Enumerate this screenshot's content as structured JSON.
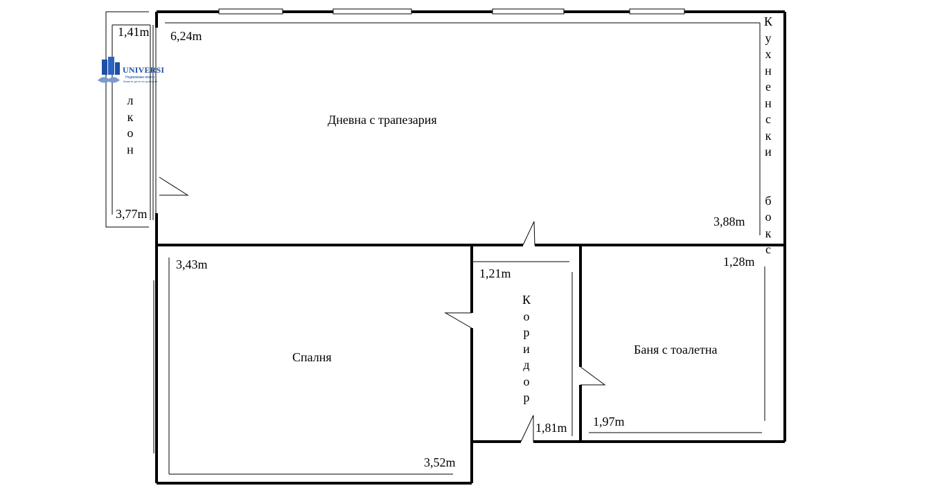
{
  "rooms": {
    "living": "Дневна с трапезария",
    "bedroom": "Спалня",
    "bathroom": "Баня с тоалетна",
    "corridor": "Коридор",
    "kitchen": "Кухненски бокс",
    "balcony_partial": "лкон"
  },
  "dimensions": {
    "balcony_top": "1,41m",
    "balcony_bottom": "3,77m",
    "living_top": "6,24m",
    "living_bottom": "3,88m",
    "bedroom_top": "3,43m",
    "bedroom_bottom": "3,52m",
    "corridor_top": "1,21m",
    "corridor_bottom": "1,81m",
    "bath_top": "1,28m",
    "bath_bottom": "1,97m"
  },
  "logo": {
    "brand": "UNIVERSI",
    "tagline1": "Недвижими имоти",
    "tagline2": "Можете да ни се доверите"
  },
  "colors": {
    "wall": "#000000",
    "logo": "#1f4fa3"
  }
}
